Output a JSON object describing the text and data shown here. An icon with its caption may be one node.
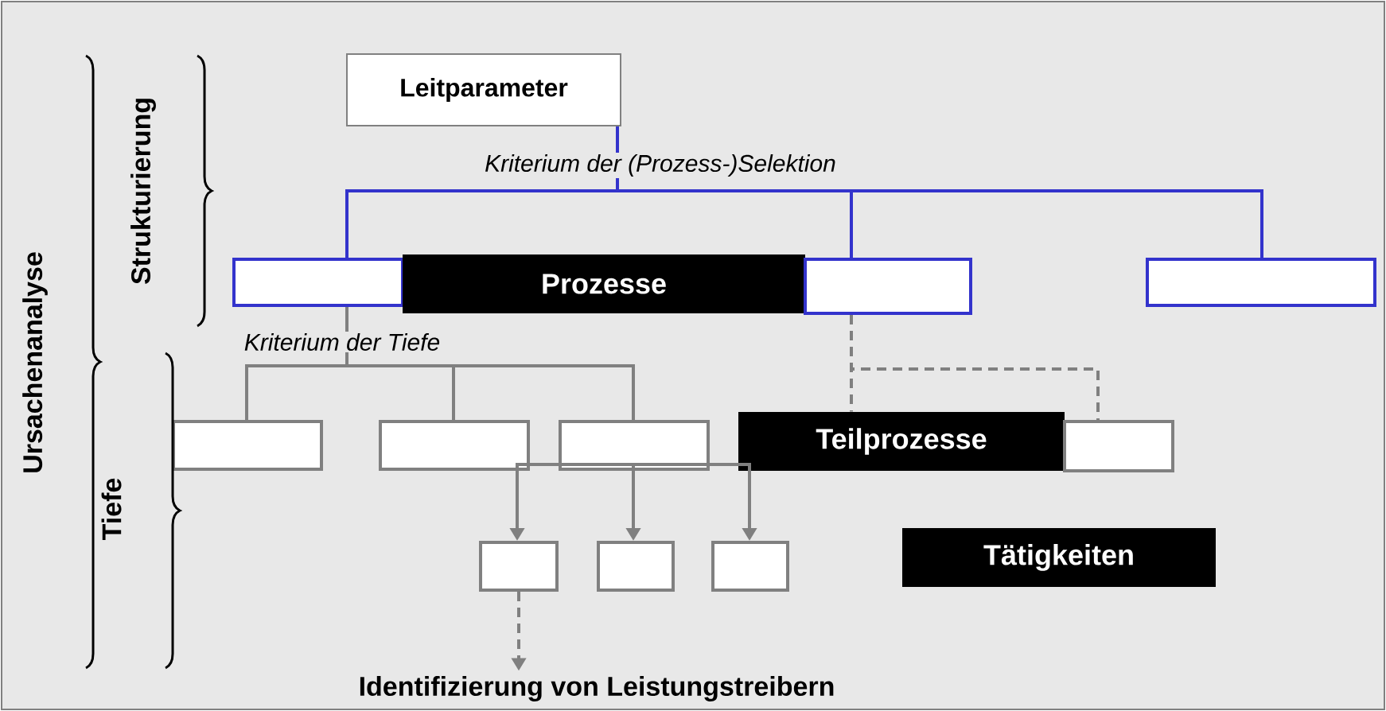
{
  "diagram": {
    "nodes": [
      {
        "text": [
          "Leitparameter"
        ]
      },
      {
        "text": [],
        "shape": "box"
      },
      {
        "text": [
          "Prozesse"
        ]
      },
      {
        "text": [],
        "shape": "box"
      },
      {
        "text": [],
        "shape": "box"
      },
      {
        "text": [],
        "shape": "box"
      },
      {
        "text": [],
        "shape": "box"
      },
      {
        "text": [],
        "shape": "box"
      },
      {
        "text": [
          "Teilprozesse"
        ]
      },
      {
        "text": [],
        "shape": "box"
      },
      {
        "text": [],
        "shape": "box"
      },
      {
        "text": [],
        "shape": "box"
      },
      {
        "text": [],
        "shape": "box"
      },
      {
        "text": [
          "Tätigkeiten"
        ]
      },
      {
        "text": [
          "Identifizierung von Leistungstreibern"
        ]
      }
    ],
    "edges": [
      {
        "from": 0,
        "to": 1,
        "arrow": "none",
        "color": "#3333cc",
        "label": "Kriterium der (Prozess-)Selektion"
      },
      {
        "from": 0,
        "to": 3,
        "arrow": "none",
        "color": "#3333cc"
      },
      {
        "from": 0,
        "to": 4,
        "arrow": "none",
        "color": "#3333cc"
      },
      {
        "from": 1,
        "to": 5,
        "arrow": "none",
        "label": "Kriterium der Tiefe"
      },
      {
        "from": 1,
        "to": 6,
        "arrow": "none"
      },
      {
        "from": 1,
        "to": 7,
        "arrow": "none"
      },
      {
        "from": 3,
        "to": 8,
        "arrow": "none",
        "style": "dashed"
      },
      {
        "from": 3,
        "to": 9,
        "arrow": "none",
        "style": "dashed"
      },
      {
        "from": 7,
        "to": 10,
        "arrow": "to"
      },
      {
        "from": 7,
        "to": 11,
        "arrow": "to"
      },
      {
        "from": 7,
        "to": 12,
        "arrow": "to"
      },
      {
        "from": 10,
        "to": 14,
        "arrow": "to",
        "style": "dashed"
      }
    ],
    "labels": [
      "Ursachenanalyse",
      "Strukturierung",
      "Tiefe"
    ]
  }
}
